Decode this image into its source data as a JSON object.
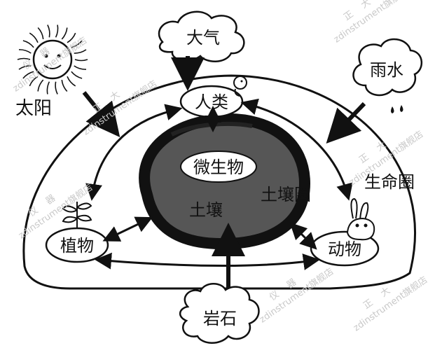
{
  "diagram": {
    "labels": {
      "atmosphere": "大气",
      "sun": "太阳",
      "rain": "雨水",
      "humans": "人类",
      "microbes": "微生物",
      "biosphere": "生命圈",
      "pedosphere": "土壤圈",
      "soil": "土壤",
      "plants": "植物",
      "animals": "动物",
      "rock": "岩石"
    },
    "watermark": {
      "chars_1": "仪",
      "chars_2": "器",
      "chars_3": "正",
      "chars_4": "大",
      "brand": "zdinstrument旗舰店"
    },
    "colors": {
      "ink": "#111111",
      "soil_fill": "#565656",
      "watermark": "#c9c9c9"
    }
  }
}
